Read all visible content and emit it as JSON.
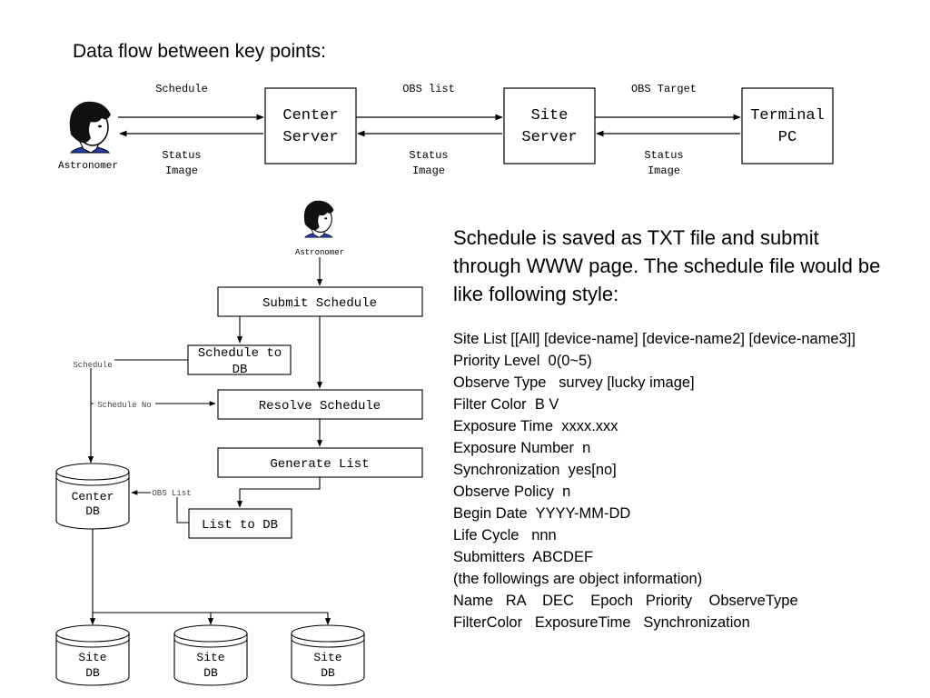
{
  "title": "Data flow between key points:",
  "top_flow": {
    "actor": "Astronomer",
    "nodes": [
      {
        "id": "center",
        "line1": "Center",
        "line2": "Server"
      },
      {
        "id": "site",
        "line1": "Site",
        "line2": "Server"
      },
      {
        "id": "terminal",
        "line1": "Terminal",
        "line2": "PC"
      }
    ],
    "edges": [
      {
        "forward": "Schedule",
        "back1": "Status",
        "back2": "Image"
      },
      {
        "forward": "OBS list",
        "back1": "Status",
        "back2": "Image"
      },
      {
        "forward": "OBS Target",
        "back1": "Status",
        "back2": "Image"
      }
    ]
  },
  "flowchart": {
    "actor": "Astronomer",
    "steps": {
      "submit": "Submit Schedule",
      "schedule_to_db_1": "Schedule to",
      "schedule_to_db_2": "DB",
      "resolve": "Resolve Schedule",
      "generate": "Generate List",
      "list_to_db": "List to DB"
    },
    "labels": {
      "schedule": "Schedule",
      "schedule_no": "Schedule No",
      "obs_list": "OBS List"
    },
    "center_db": {
      "line1": "Center",
      "line2": "DB"
    },
    "site_dbs": [
      {
        "line1": "Site",
        "line2": "DB"
      },
      {
        "line1": "Site",
        "line2": "DB"
      },
      {
        "line1": "Site",
        "line2": "DB"
      }
    ]
  },
  "description": {
    "intro": "Schedule is saved as TXT file and submit through WWW page. The schedule file would be like following style:",
    "lines": [
      "Site List [[All] [device-name] [device-name2] [device-name3]]",
      "Priority Level  0(0~5)",
      "Observe Type   survey [lucky image]",
      "Filter Color  B V",
      "Exposure Time  xxxx.xxx",
      "Exposure Number  n",
      "Synchronization  yes[no]",
      "Observe Policy  n",
      "Begin Date  YYYY-MM-DD",
      "Life Cycle   nnn",
      "Submitters  ABCDEF",
      "(the followings are object information)",
      "Name   RA    DEC    Epoch   Priority    ObserveType",
      "FilterColor   ExposureTime   Synchronization"
    ]
  }
}
